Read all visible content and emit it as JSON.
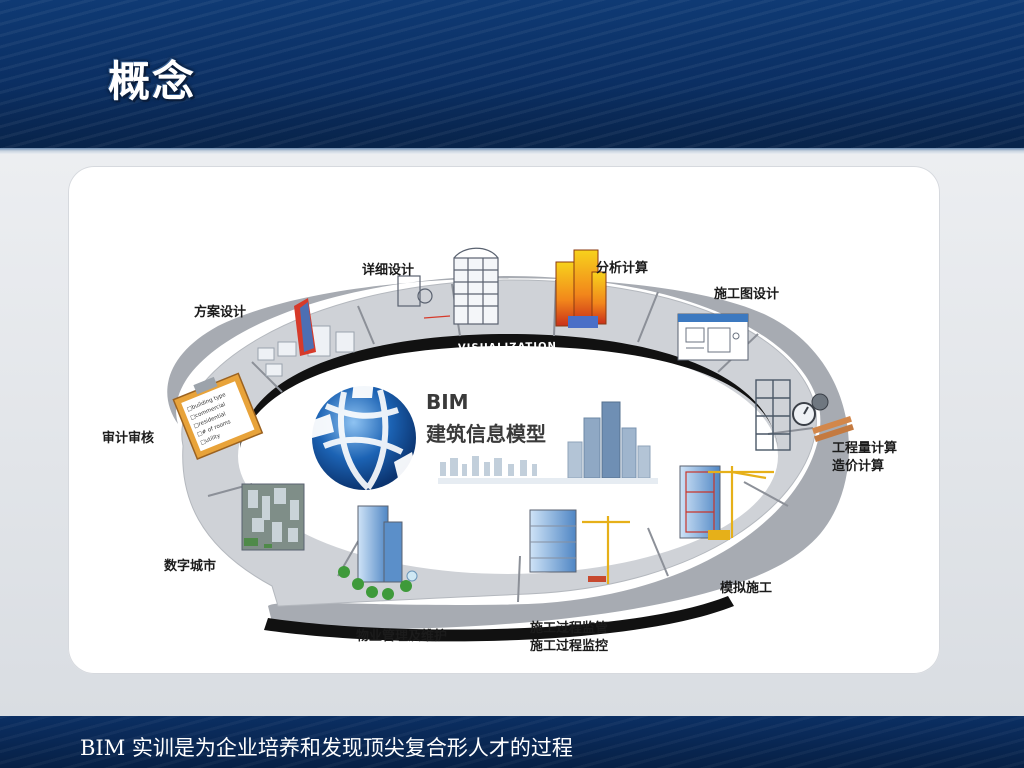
{
  "slide": {
    "title": "概念",
    "footer_text": "BIM 实训是为企业培养和发现顶尖复合形人才的过程"
  },
  "diagram": {
    "band_label": "VISUALIZATION",
    "center": {
      "line1": "BIM",
      "line2": "建筑信息模型"
    },
    "stages": [
      {
        "id": "scheme-design",
        "label": "方案设计"
      },
      {
        "id": "detailed-design",
        "label": "详细设计"
      },
      {
        "id": "analysis",
        "label": "分析计算"
      },
      {
        "id": "construction-drawing",
        "label": "施工图设计"
      },
      {
        "id": "quantity-cost",
        "label_line1": "工程量计算",
        "label_line2": "造价计算"
      },
      {
        "id": "simulation",
        "label": "模拟施工"
      },
      {
        "id": "construction-monitoring",
        "label_line1": "施工过程监管",
        "label_line2": "施工过程监控"
      },
      {
        "id": "property-management",
        "label": "物业管理及维护"
      },
      {
        "id": "digital-city",
        "label": "数字城市"
      },
      {
        "id": "review",
        "label": "审计审核"
      }
    ],
    "checklist_lines": [
      "□building type",
      "□commercial",
      "□residential",
      "□# of rooms",
      "□utility"
    ],
    "colors": {
      "ring_top": "#d3d5d9",
      "ring_shadow": "#9a9ea5",
      "band": "#111111",
      "globe": "#1c63b4",
      "building_blue": "#5b8fc9",
      "heat_building": "#f2a21b",
      "crane": "#e6b019"
    }
  }
}
